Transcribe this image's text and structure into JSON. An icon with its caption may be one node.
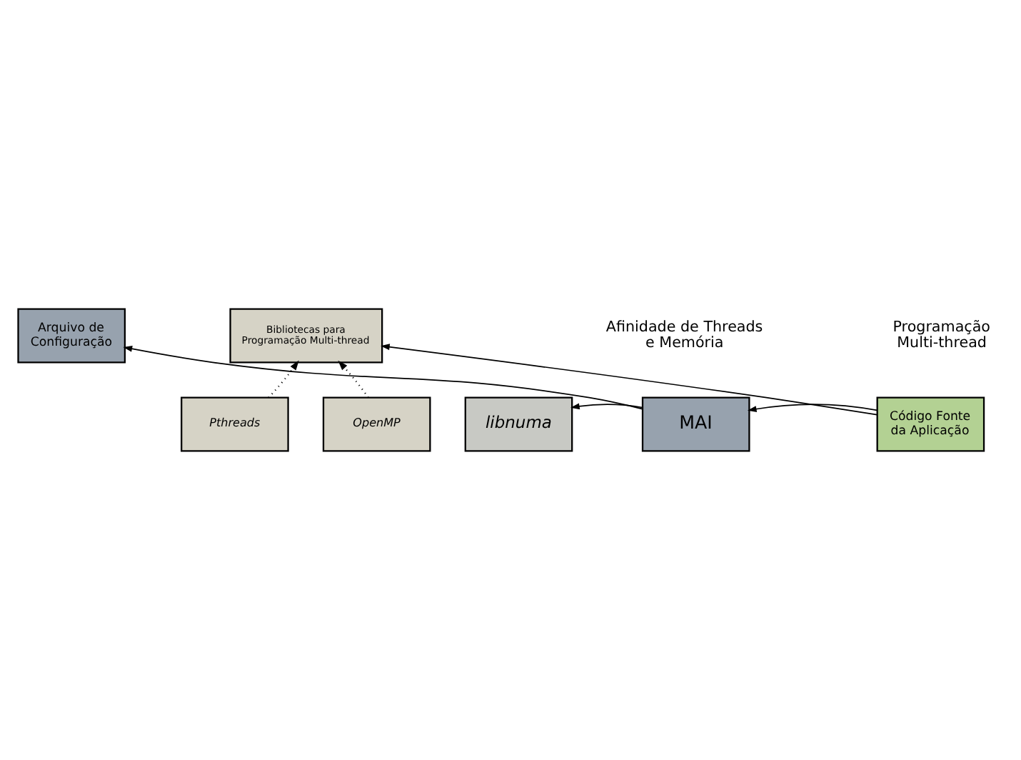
{
  "diagram": {
    "nodes": [
      {
        "text": [
          "libnuma"
        ]
      },
      {
        "text": [
          "MAI"
        ]
      },
      {
        "text": [
          "Código Fonte da Aplicação"
        ]
      },
      {
        "text": [
          "Arquivo de Configuração"
        ]
      },
      {
        "text": [
          "Bibliotecas para Programação Multi-thread"
        ]
      },
      {
        "text": [
          "Pthreads"
        ]
      },
      {
        "text": [
          "OpenMP"
        ]
      }
    ],
    "edges": [
      {
        "from": 1,
        "to": 0,
        "arrow": "to"
      },
      {
        "from": 2,
        "to": 1,
        "arrow": "to"
      },
      {
        "from": 1,
        "to": 3,
        "arrow": "to"
      },
      {
        "from": 2,
        "to": 4,
        "arrow": "to"
      },
      {
        "from": 5,
        "to": 4,
        "arrow": "to",
        "style": "dashed"
      },
      {
        "from": 6,
        "to": 4,
        "arrow": "to",
        "style": "dashed"
      }
    ],
    "labels": [
      "Afinidade de Threads e Memória",
      "Programação Multi-thread"
    ]
  }
}
